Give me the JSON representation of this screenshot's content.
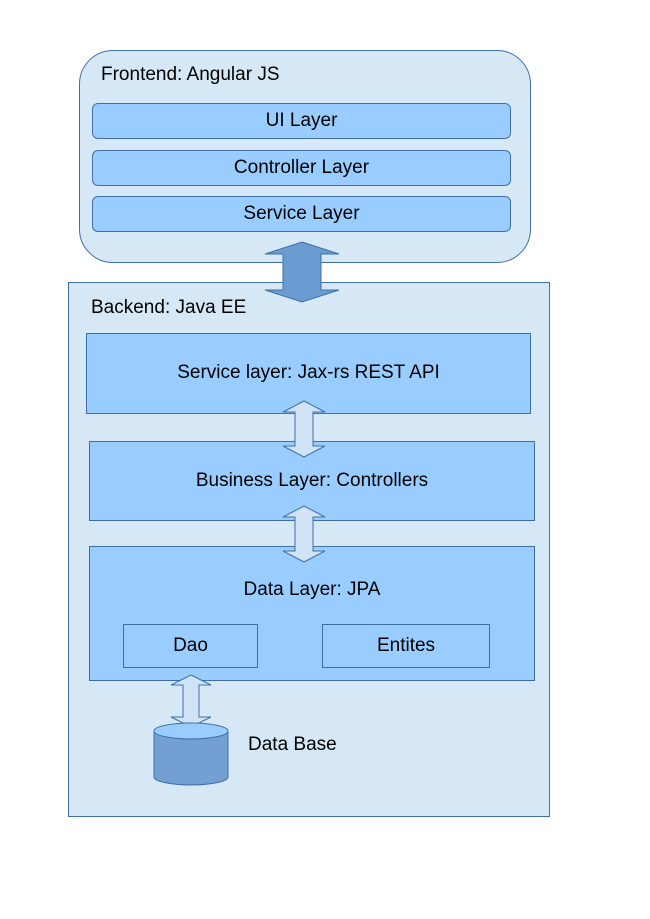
{
  "frontend": {
    "title": "Frontend: Angular JS",
    "layers": [
      "UI Layer",
      "Controller Layer",
      "Service Layer"
    ]
  },
  "backend": {
    "title": "Backend: Java EE",
    "service_layer": "Service layer: Jax-rs REST API",
    "business_layer": "Business Layer: Controllers",
    "data_layer": {
      "title": "Data Layer: JPA",
      "dao": "Dao",
      "entities": "Entites"
    },
    "database": "Data Base"
  },
  "colors": {
    "container_fill": "#d6e8f5",
    "layer_fill": "#99ccff",
    "border": "#3f6fa6",
    "big_arrow": "#6a9bd1",
    "small_arrow": "#cfe3f4",
    "db_fill": "#739fd2"
  }
}
